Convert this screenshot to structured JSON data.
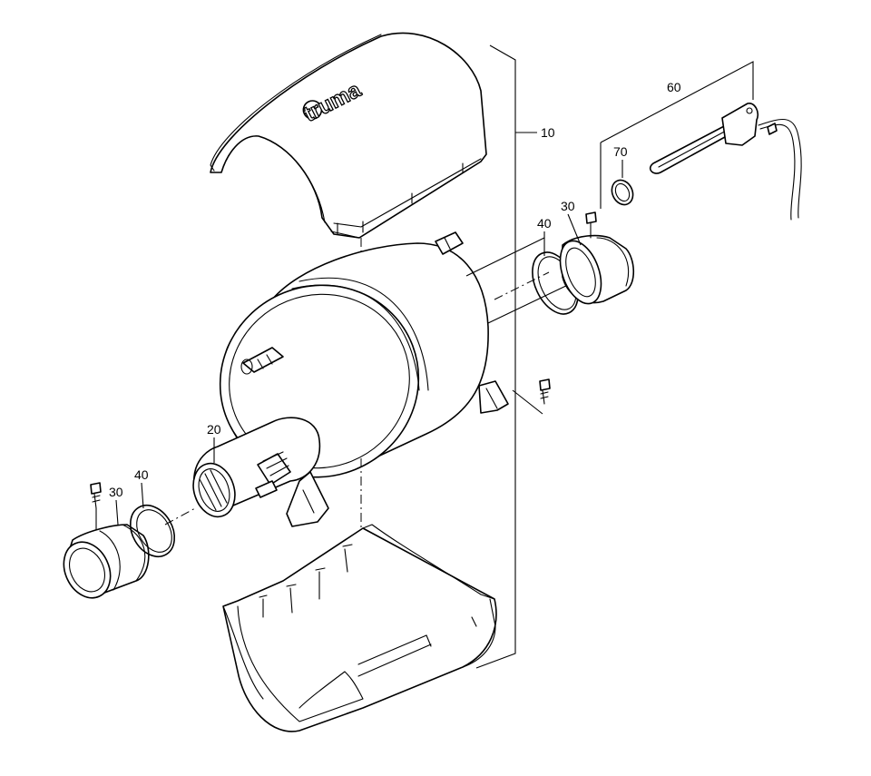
{
  "brand": "truma",
  "callouts": {
    "c10": "10",
    "c20": "20",
    "c30_right": "30",
    "c40_right": "40",
    "c30_left": "30",
    "c40_left": "40",
    "c60": "60",
    "c70": "70"
  }
}
